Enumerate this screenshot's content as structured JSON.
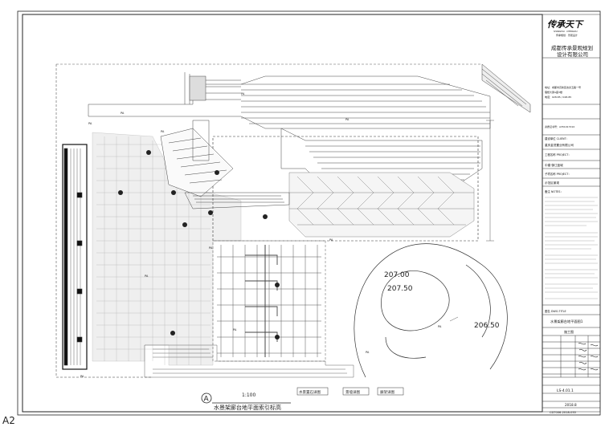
{
  "sheet_corner_mark": "A2",
  "drawing": {
    "scale": "1:100",
    "title": "水景架廊台地平面索引标高",
    "label_letter": "A",
    "elevations": [
      "207.00",
      "207.50",
      "206.50"
    ],
    "index_tags": [
      "水景置石详图",
      "景墙详图",
      "廊架详图"
    ]
  },
  "title_block": {
    "logo_text": "传承天下",
    "logo_sub": "SHANGHAI · CHENGDU",
    "company_small": "传承规划 · 景观设计",
    "company_name_line1": "成都传承景观规划",
    "company_name_line2": "设计有限公司",
    "address_lines": [
      "地址：成都市高新区吉泰五路一号",
      "理想大厦A座3楼",
      "电话：028-85 / 028-85"
    ],
    "cert": "资质证书号：A351017210",
    "client_label": "建设单位 CLIENT：",
    "client_value": "重庆金茂置业有限公司",
    "project_label": "工程名称 PROJECT：",
    "project_value": "中建·御江蓝城",
    "subproject_label": "子项名称 PROJECT：",
    "subproject_value": "示范区景观",
    "notes_label": "备注 NOTES：",
    "dwg_title_label": "图名 DWG.TITLE",
    "dwg_title_value": "水景架廊台地平面图1",
    "stage_value": "施工图",
    "dwg_no": "LS-4.01.1",
    "date": "2018.8",
    "serial": "CDT006-2018-035"
  }
}
